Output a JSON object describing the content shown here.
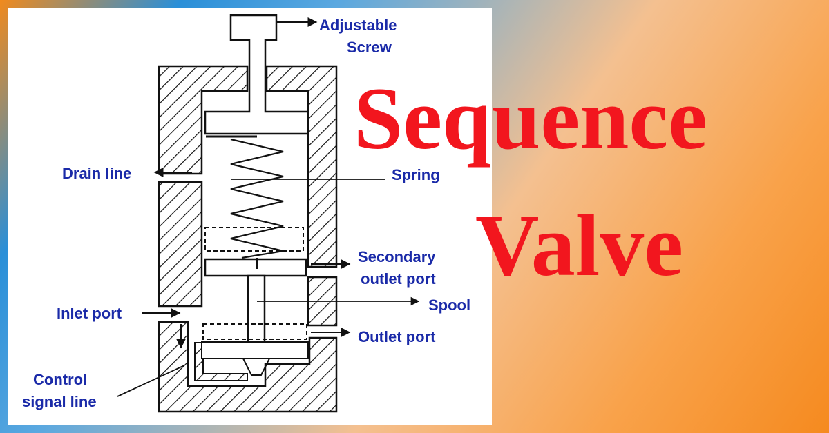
{
  "title": {
    "line1": "Sequence",
    "line2": "Valve",
    "color": "#f2161e"
  },
  "labels": {
    "adjustable": "Adjustable",
    "screw": "Screw",
    "drain_line": "Drain line",
    "spring": "Spring",
    "secondary": "Secondary",
    "outlet_port_2": "outlet port",
    "spool": "Spool",
    "inlet_port": "Inlet port",
    "outlet_port": "Outlet port",
    "control": "Control",
    "signal_line": "signal line"
  },
  "colors": {
    "label_text": "#1a2aa8",
    "line": "#111111"
  }
}
